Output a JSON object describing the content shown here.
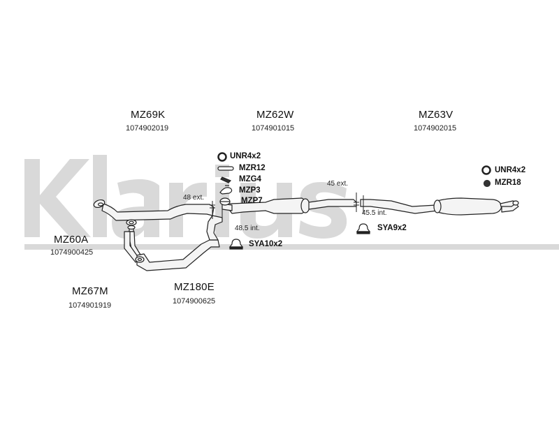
{
  "watermark": {
    "text": "Klarius",
    "color": "#d9d9d9"
  },
  "colors": {
    "pipe_fill": "#f4f4f4",
    "pipe_stroke": "#222222"
  },
  "parts": {
    "mz69k": {
      "code": "MZ69K",
      "number": "1074902019"
    },
    "mz62w": {
      "code": "MZ62W",
      "number": "1074901015"
    },
    "mz63v": {
      "code": "MZ63V",
      "number": "1074902015"
    },
    "mz60a": {
      "code": "MZ60A",
      "number": "1074900425"
    },
    "mz67m": {
      "code": "MZ67M",
      "number": "1074901919"
    },
    "mz180e": {
      "code": "MZ180E",
      "number": "1074900625"
    }
  },
  "accessories": {
    "unr4x2_a": "UNR4x2",
    "mzr12": "MZR12",
    "mzg4": "MZG4",
    "mzp3": "MZP3",
    "mzp7": "MZP7",
    "sya10x2": "SYA10x2",
    "sya9x2": "SYA9x2",
    "unr4x2_b": "UNR4x2",
    "mzr18": "MZR18"
  },
  "dimensions": {
    "ext_48": "48 ext.",
    "int_48_5": "48.5 int.",
    "ext_45": "45 ext.",
    "int_45_5": "45.5 int."
  }
}
